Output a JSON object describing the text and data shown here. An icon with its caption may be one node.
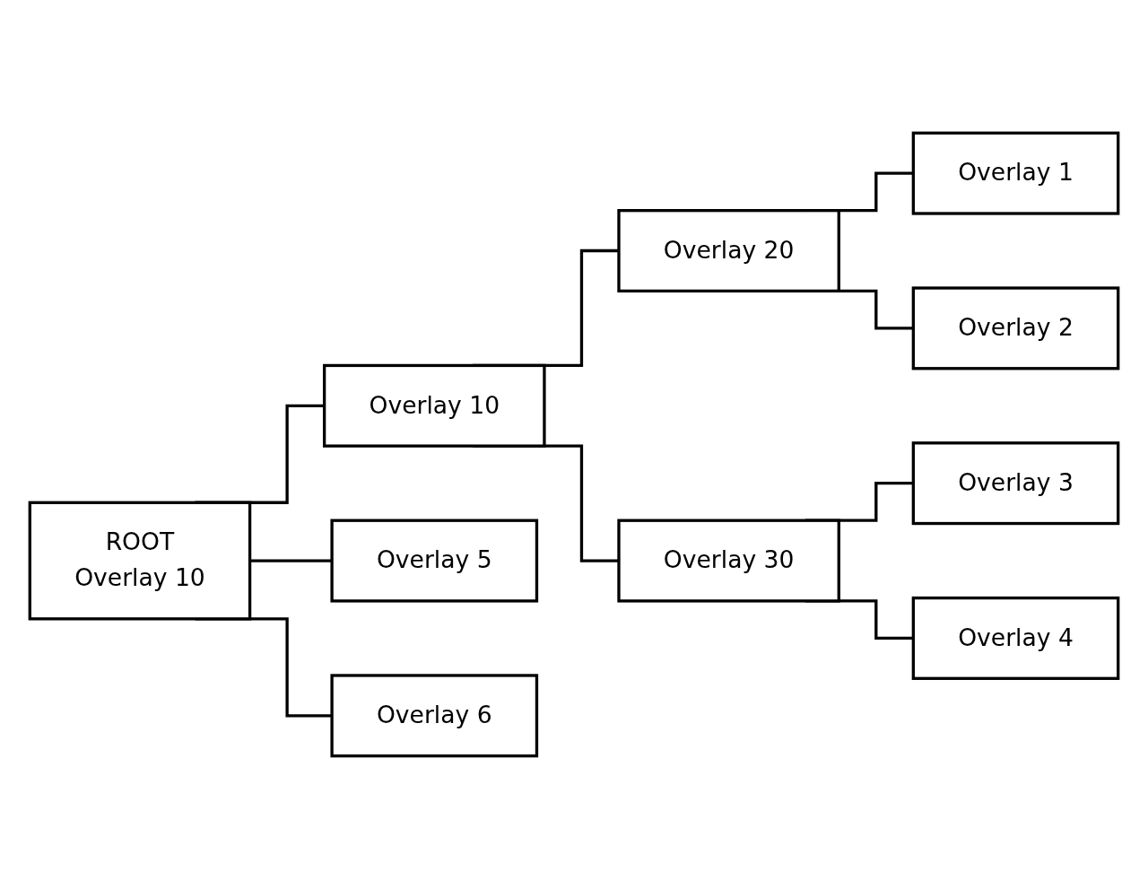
{
  "diagram": {
    "nodes": [
      {
        "text": [
          "ROOT",
          "Overlay 10"
        ]
      },
      {
        "text": [
          "Overlay 10"
        ]
      },
      {
        "text": [
          "Overlay 20"
        ]
      },
      {
        "text": [
          "Overlay 1"
        ]
      },
      {
        "text": [
          "Overlay 2"
        ]
      },
      {
        "text": [
          "Overlay 30"
        ]
      },
      {
        "text": [
          "Overlay 3"
        ]
      },
      {
        "text": [
          "Overlay 4"
        ]
      },
      {
        "text": [
          "Overlay 5"
        ]
      },
      {
        "text": [
          "Overlay 6"
        ]
      }
    ],
    "edges": [
      {
        "from": 0,
        "to": 1,
        "arrow": "none"
      },
      {
        "from": 0,
        "to": 8,
        "arrow": "none"
      },
      {
        "from": 0,
        "to": 9,
        "arrow": "none"
      },
      {
        "from": 1,
        "to": 2,
        "arrow": "none"
      },
      {
        "from": 1,
        "to": 5,
        "arrow": "none"
      },
      {
        "from": 2,
        "to": 3,
        "arrow": "none"
      },
      {
        "from": 2,
        "to": 4,
        "arrow": "none"
      },
      {
        "from": 5,
        "to": 6,
        "arrow": "none"
      },
      {
        "from": 5,
        "to": 7,
        "arrow": "none"
      }
    ]
  }
}
